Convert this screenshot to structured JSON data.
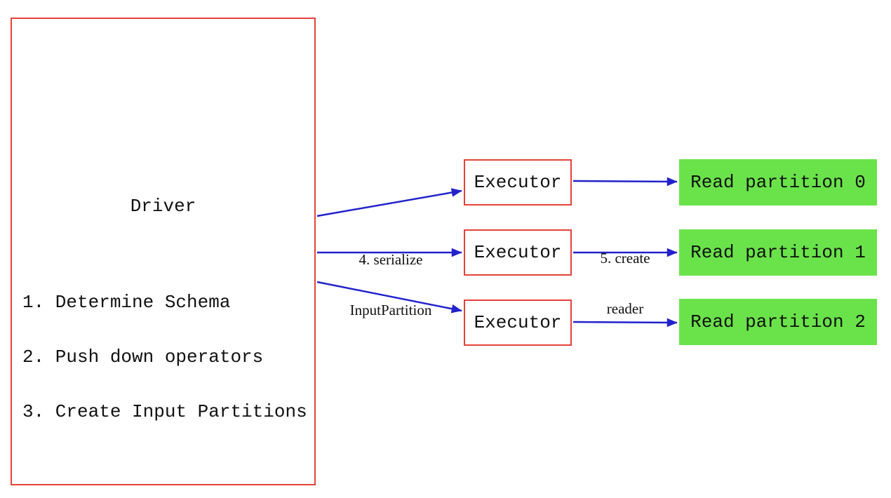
{
  "colors": {
    "box_border_red": "#e5423a",
    "arrow_blue": "#2222cc",
    "partition_green": "#6ae34a",
    "text": "#111111",
    "background": "#ffffff"
  },
  "driver": {
    "title": "Driver",
    "steps": [
      "1. Determine Schema",
      "2. Push down operators",
      "3. Create Input Partitions"
    ]
  },
  "executors": [
    {
      "label": "Executor"
    },
    {
      "label": "Executor"
    },
    {
      "label": "Executor"
    }
  ],
  "partitions": [
    {
      "label": "Read partition 0"
    },
    {
      "label": "Read partition 1"
    },
    {
      "label": "Read partition 2"
    }
  ],
  "edge_labels": {
    "serialize": {
      "line1": "4. serialize",
      "line2": "InputPartition"
    },
    "create_reader": {
      "line1": "5. create",
      "line2": "reader"
    }
  },
  "edges": [
    {
      "from": "driver",
      "to": "executor-1",
      "label": "4. serialize InputPartition"
    },
    {
      "from": "driver",
      "to": "executor-2",
      "label": "4. serialize InputPartition"
    },
    {
      "from": "driver",
      "to": "executor-3",
      "label": "4. serialize InputPartition"
    },
    {
      "from": "executor-1",
      "to": "read-partition-0",
      "label": "5. create reader"
    },
    {
      "from": "executor-2",
      "to": "read-partition-1",
      "label": "5. create reader"
    },
    {
      "from": "executor-3",
      "to": "read-partition-2",
      "label": "5. create reader"
    }
  ]
}
